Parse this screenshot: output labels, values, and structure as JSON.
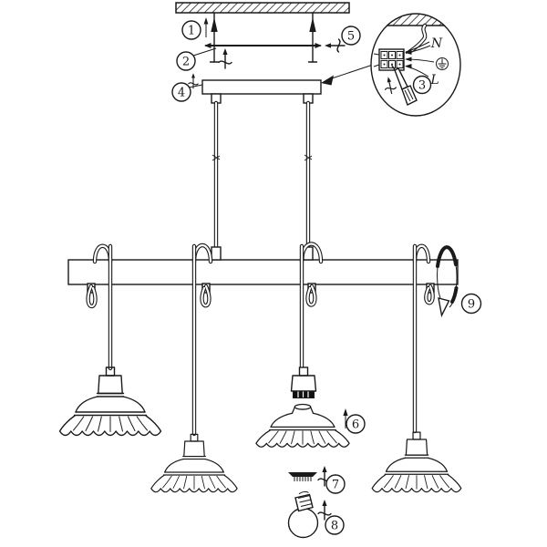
{
  "diagram": {
    "steps": [
      {
        "number": "1"
      },
      {
        "number": "2"
      },
      {
        "number": "3"
      },
      {
        "number": "4"
      },
      {
        "number": "5"
      },
      {
        "number": "6"
      },
      {
        "number": "7"
      },
      {
        "number": "8"
      },
      {
        "number": "9"
      }
    ],
    "wiring": {
      "neutral": "N",
      "live": "L",
      "earth_icon": "earth-ground-icon"
    },
    "colors": {
      "line": "#1a1a1a",
      "background": "#ffffff",
      "fill_dark": "#111111"
    }
  }
}
